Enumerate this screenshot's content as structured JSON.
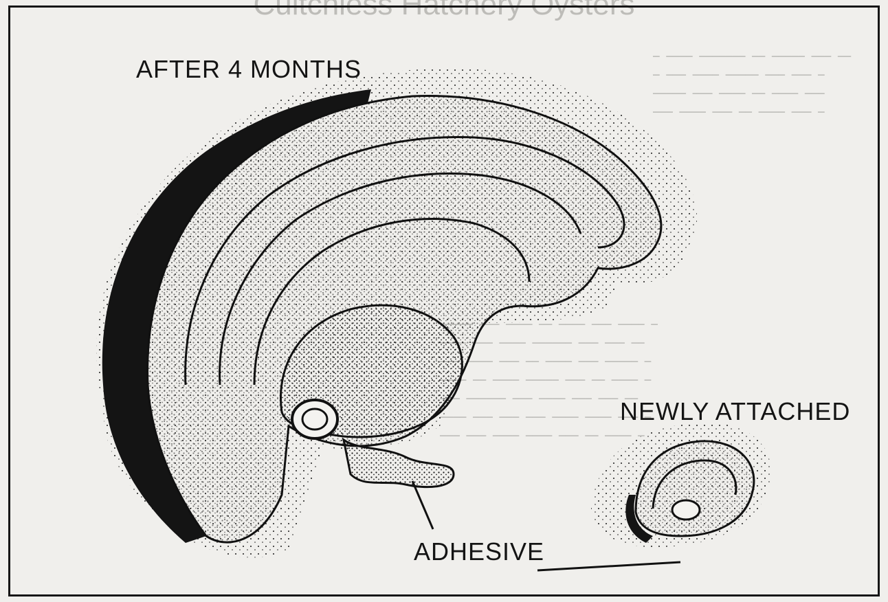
{
  "header": {
    "title": "Cultchless Hatchery Oysters"
  },
  "illustration": {
    "labels": {
      "after": "AFTER 4 MONTHS",
      "newly": "NEWLY ATTACHED",
      "adhesive": "ADHESIVE"
    }
  }
}
